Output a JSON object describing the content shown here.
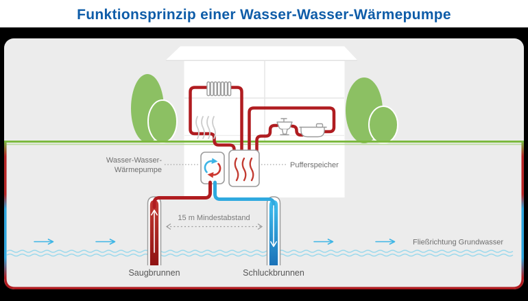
{
  "title": "Funktionsprinzip einer Wasser-Wasser-Wärmepumpe",
  "labels": {
    "heat_pump_line1": "Wasser-Wasser-",
    "heat_pump_line2": "Wärmepumpe",
    "buffer_tank": "Pufferspeicher",
    "min_distance": "15 m Mindestabstand",
    "suction_well": "Saugbrunnen",
    "injection_well": "Schluckbrunnen",
    "groundwater_flow": "Fließrichtung Grundwasser"
  },
  "colors": {
    "background": "#000000",
    "title_band": "#ffffff",
    "title_blue": "#0e5ca8",
    "panel_gray": "#ececec",
    "ground_green": "#7cb93f",
    "ground_green_light": "#bedca0",
    "tree_green": "#8cc063",
    "pipe_red": "#b01c20",
    "pipe_blue": "#2fa9df",
    "well_red_top": "#c33a33",
    "well_red_bottom": "#8f1212",
    "well_blue_top": "#41c0f0",
    "well_blue_bottom": "#1a72b8",
    "water_wave": "#9bd9ec",
    "flow_arrow": "#3db5e5",
    "label_gray": "#6e6e6e"
  },
  "icons": [
    "radiator-icon",
    "underfloor-heating-icon",
    "sink-icon",
    "bathtub-icon",
    "heat-pump-cycle-icon",
    "buffer-heat-waves-icon",
    "well-up-arrow-icon",
    "well-down-arrow-icon",
    "groundwater-flow-arrow-icon",
    "distance-arrow-icon"
  ]
}
